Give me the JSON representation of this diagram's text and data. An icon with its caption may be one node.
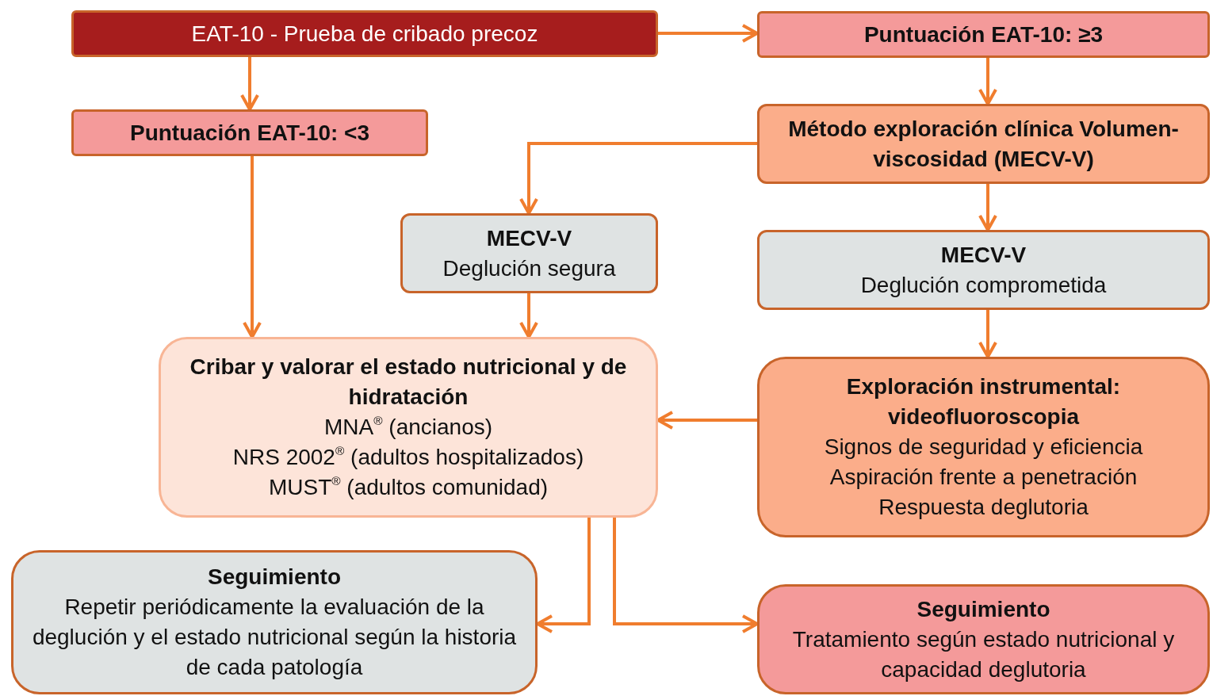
{
  "diagram": {
    "nodes": [
      {
        "text": [
          "EAT-10 - Prueba de cribado precoz"
        ]
      },
      {
        "text": [
          "Puntuación EAT-10: ≥3"
        ]
      },
      {
        "text": [
          "Puntuación EAT-10: <3"
        ]
      },
      {
        "text": [
          "Método exploración clínica Volumen-viscosidad (MECV-V)"
        ]
      },
      {
        "text": [
          "MECV-V",
          "Deglución segura"
        ]
      },
      {
        "text": [
          "MECV-V",
          "Deglución comprometida"
        ]
      },
      {
        "text": [
          "Cribar y valorar el estado nutricional y de hidratación",
          "MNA$^{®}$ (ancianos)",
          "NRS 2002$^{®}$ (adultos hospitalizados)",
          "MUST$^{®}$ (adultos comunidad)"
        ]
      },
      {
        "text": [
          "Exploración instrumental: videofluoroscopia",
          "Signos de seguridad y eficiencia",
          "Aspiración frente a penetración",
          "Respuesta deglutoria"
        ]
      },
      {
        "text": [
          "Seguimiento",
          "Repetir periódicamente la evaluación de la deglución y el estado nutricional según la historia de cada patología"
        ]
      },
      {
        "text": [
          "Seguimiento",
          "Tratamiento según estado nutricional y capacidad deglutoria"
        ]
      }
    ],
    "edges": [
      {
        "from": 0,
        "to": 1,
        "arrow": "to"
      },
      {
        "from": 0,
        "to": 2,
        "arrow": "to"
      },
      {
        "from": 1,
        "to": 3,
        "arrow": "to"
      },
      {
        "from": 3,
        "to": 4,
        "arrow": "to"
      },
      {
        "from": 2,
        "to": 6,
        "arrow": "to"
      },
      {
        "from": 4,
        "to": 6,
        "arrow": "to"
      },
      {
        "from": 3,
        "to": 5,
        "arrow": "to"
      },
      {
        "from": 5,
        "to": 7,
        "arrow": "to"
      },
      {
        "from": 7,
        "to": 6,
        "arrow": "to"
      },
      {
        "from": 6,
        "to": 8,
        "arrow": "to"
      },
      {
        "from": 6,
        "to": 9,
        "arrow": "to"
      }
    ]
  }
}
